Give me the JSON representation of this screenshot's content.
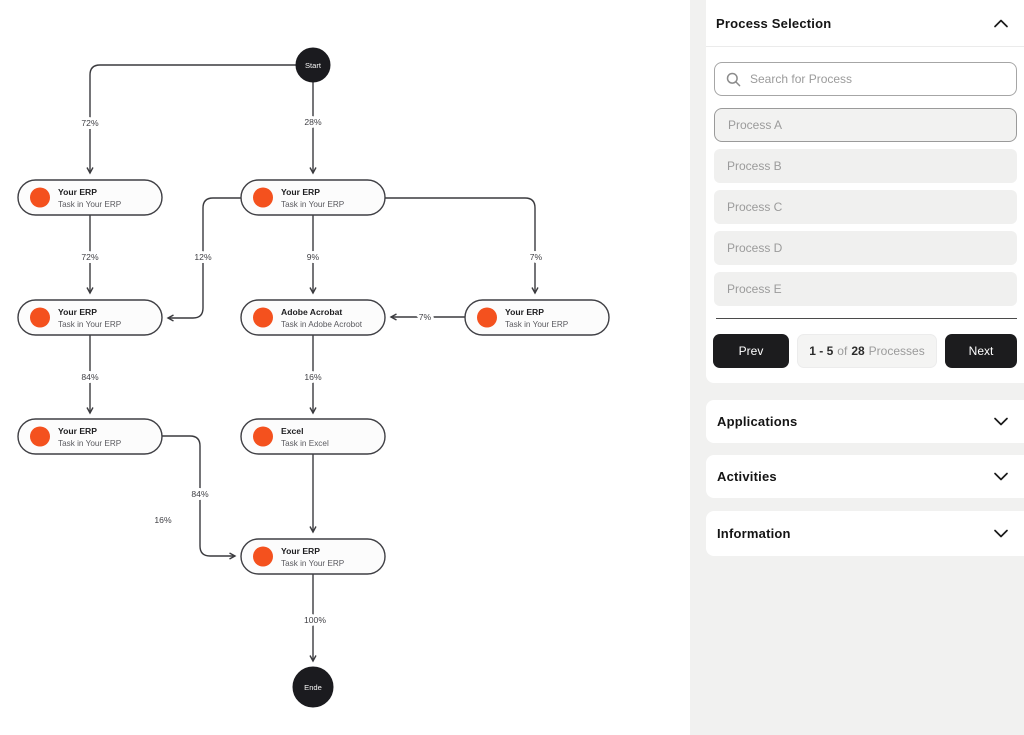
{
  "panel": {
    "title": "Process Selection",
    "search": {
      "placeholder": "Search for Process"
    },
    "processes": [
      {
        "label": "Process A",
        "selected": true
      },
      {
        "label": "Process B",
        "selected": false
      },
      {
        "label": "Process C",
        "selected": false
      },
      {
        "label": "Process D",
        "selected": false
      },
      {
        "label": "Process E",
        "selected": false
      }
    ],
    "pagination": {
      "prev_label": "Prev",
      "next_label": "Next",
      "range": "1 - 5",
      "of": "of",
      "total": "28",
      "unit": "Processes"
    },
    "sections": [
      {
        "label": "Applications"
      },
      {
        "label": "Activities"
      },
      {
        "label": "Information"
      }
    ]
  },
  "diagram": {
    "start_label": "Start",
    "end_label": "Ende",
    "nodes": [
      {
        "title": "Your ERP",
        "subtitle": "Task in Your ERP"
      },
      {
        "title": "Your ERP",
        "subtitle": "Task in Your ERP"
      },
      {
        "title": "Your ERP",
        "subtitle": "Task in Your ERP"
      },
      {
        "title": "Adobe Acrobat",
        "subtitle": "Task in Adobe Acrobot"
      },
      {
        "title": "Your ERP",
        "subtitle": "Task in Your ERP"
      },
      {
        "title": "Your ERP",
        "subtitle": "Task in Your ERP"
      },
      {
        "title": "Excel",
        "subtitle": "Task in Excel"
      },
      {
        "title": "Your ERP",
        "subtitle": "Task in Your ERP"
      }
    ],
    "edge_labels": [
      "72%",
      "28%",
      "72%",
      "12%",
      "9%",
      "7%",
      "7%",
      "84%",
      "16%",
      "84%",
      "16%",
      "100%"
    ]
  },
  "colors": {
    "accent_orange": "#f4511e",
    "node_border": "#3f3f44",
    "button_black": "#1c1c1e",
    "panel_gray": "#f1f1f0",
    "muted_text": "#9b9b9b"
  }
}
